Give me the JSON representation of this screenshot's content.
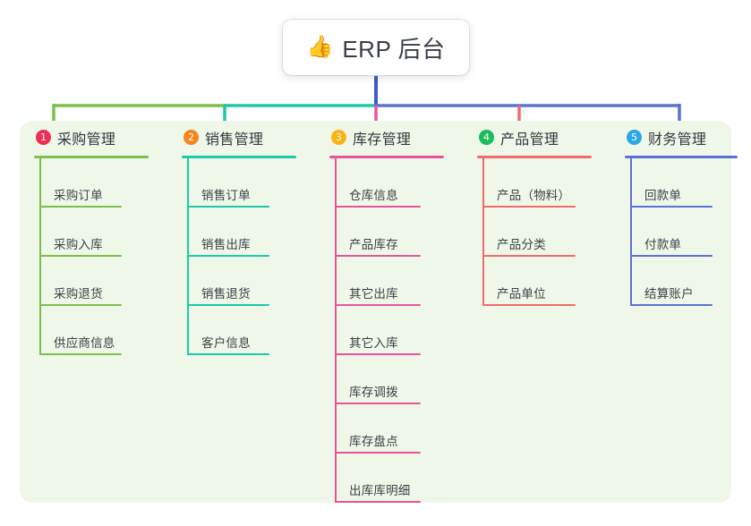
{
  "root": {
    "icon": "thumbs-up-emoji",
    "icon_glyph": "👍",
    "title": "ERP 后台"
  },
  "colors": {
    "panel_bg": "#eef7e8",
    "page_bg": "#ffffff",
    "root_line": "#4358c9",
    "col1_line": "#7cbf4f",
    "col2_line": "#1ec9a8",
    "col3_line": "#e8549a",
    "col4_line": "#f46a6a",
    "col5_line": "#5b72d4",
    "badge1": "#ef2f53",
    "badge2": "#f6861f",
    "badge3": "#fcb415",
    "badge4": "#1bbc5a",
    "badge5": "#2ba7e8"
  },
  "columns": [
    {
      "index": "1",
      "title": "采购管理",
      "badge_color": "#ef2f53",
      "line_color": "#7cbf4f",
      "items": [
        {
          "label": "采购订单"
        },
        {
          "label": "采购入库"
        },
        {
          "label": "采购退货"
        },
        {
          "label": "供应商信息"
        }
      ]
    },
    {
      "index": "2",
      "title": "销售管理",
      "badge_color": "#f6861f",
      "line_color": "#1ec9a8",
      "items": [
        {
          "label": "销售订单"
        },
        {
          "label": "销售出库"
        },
        {
          "label": "销售退货"
        },
        {
          "label": "客户信息"
        }
      ]
    },
    {
      "index": "3",
      "title": "库存管理",
      "badge_color": "#fcb415",
      "line_color": "#e8549a",
      "items": [
        {
          "label": "仓库信息"
        },
        {
          "label": "产品库存"
        },
        {
          "label": "其它出库"
        },
        {
          "label": "其它入库"
        },
        {
          "label": "库存调拨"
        },
        {
          "label": "库存盘点"
        },
        {
          "label": "出库库明细"
        }
      ]
    },
    {
      "index": "4",
      "title": "产品管理",
      "badge_color": "#1bbc5a",
      "line_color": "#f46a6a",
      "items": [
        {
          "label": "产品（物料）"
        },
        {
          "label": "产品分类"
        },
        {
          "label": "产品单位"
        }
      ]
    },
    {
      "index": "5",
      "title": "财务管理",
      "badge_color": "#2ba7e8",
      "line_color": "#5b72d4",
      "items": [
        {
          "label": "回款单"
        },
        {
          "label": "付款单"
        },
        {
          "label": "结算账户"
        }
      ]
    }
  ]
}
